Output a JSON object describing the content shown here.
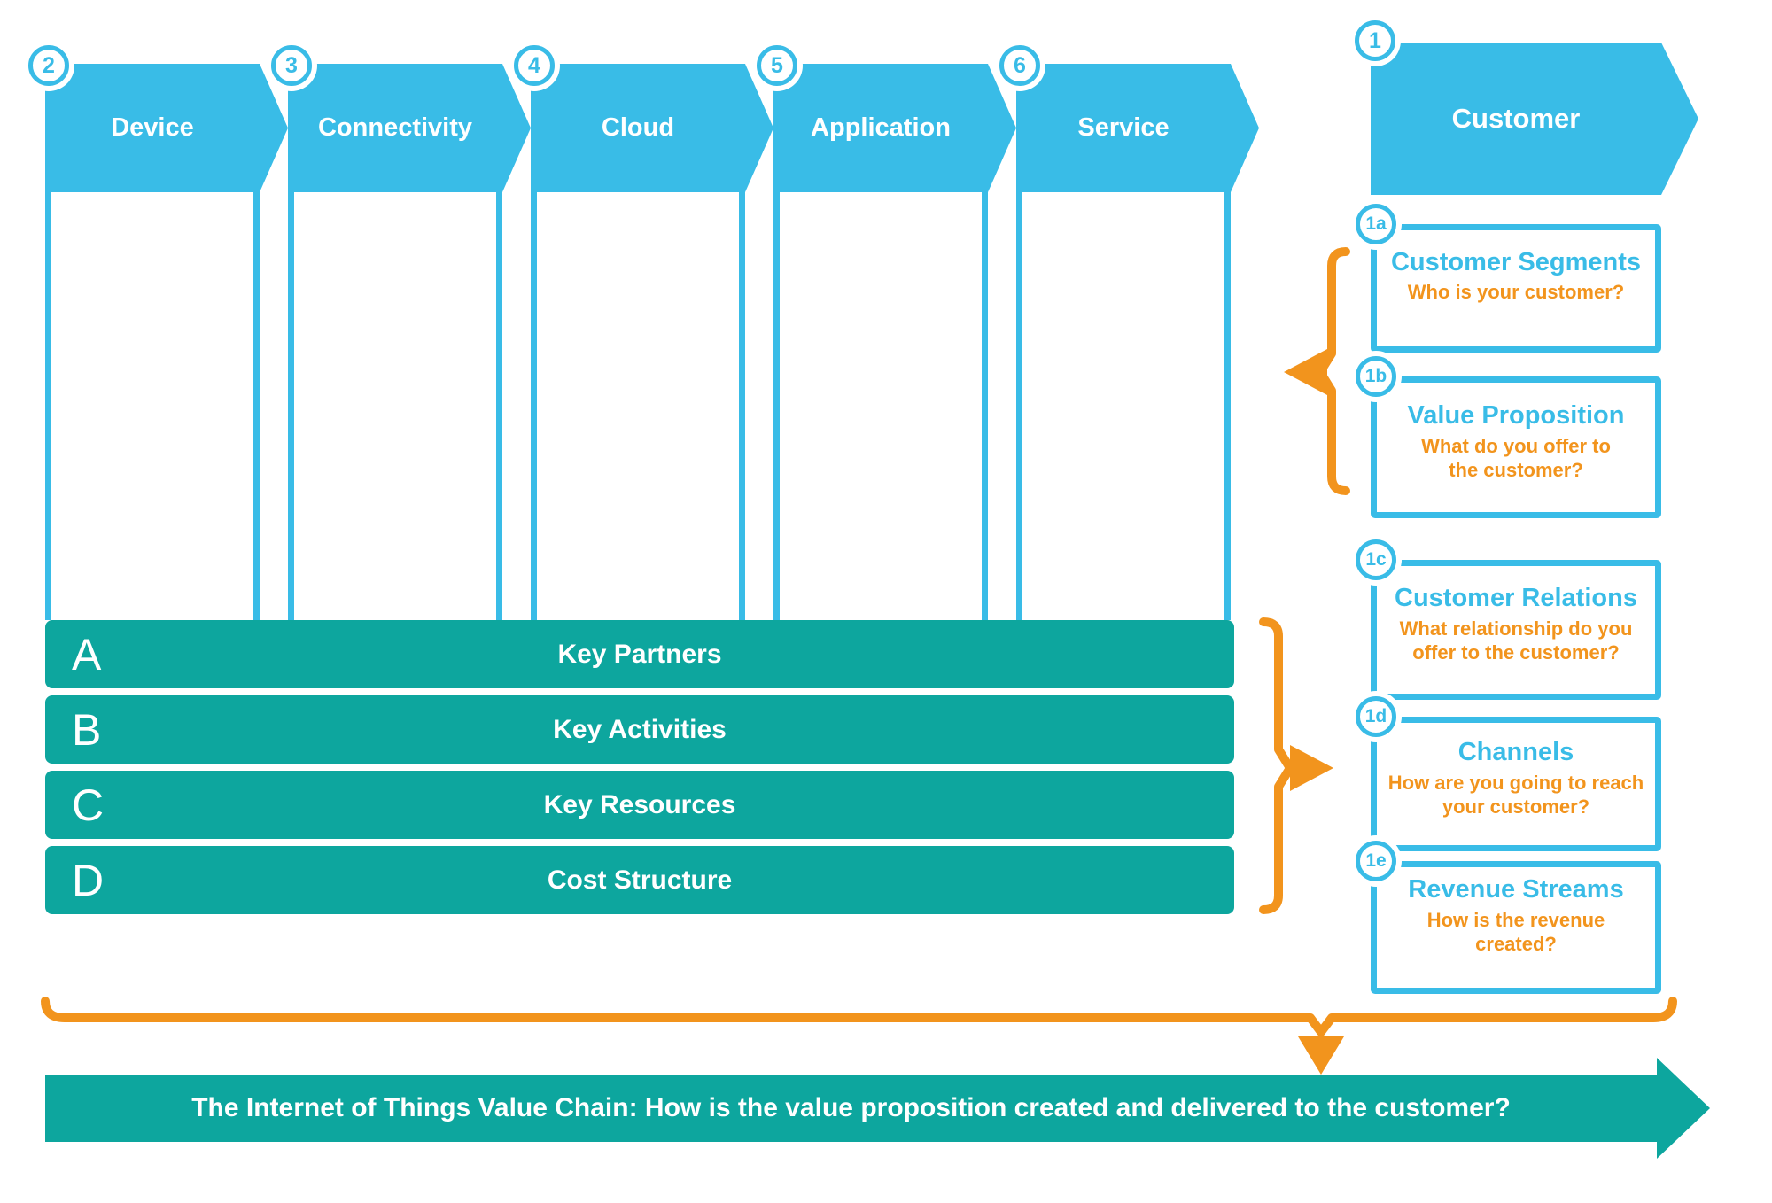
{
  "stages": [
    {
      "number": "2",
      "label": "Device"
    },
    {
      "number": "3",
      "label": "Connectivity"
    },
    {
      "number": "4",
      "label": "Cloud"
    },
    {
      "number": "5",
      "label": "Application"
    },
    {
      "number": "6",
      "label": "Service"
    }
  ],
  "customer": {
    "number": "1",
    "label": "Customer"
  },
  "info_boxes": [
    {
      "id": "1a",
      "title": "Customer Segments",
      "question": "Who is your customer?"
    },
    {
      "id": "1b",
      "title": "Value Proposition",
      "question": "What do you offer to\nthe customer?"
    },
    {
      "id": "1c",
      "title": "Customer Relations",
      "question": "What relationship do you\noffer to the customer?"
    },
    {
      "id": "1d",
      "title": "Channels",
      "question": "How are you going to reach\nyour customer?"
    },
    {
      "id": "1e",
      "title": "Revenue Streams",
      "question": "How is the revenue created?"
    }
  ],
  "key_rows": [
    {
      "letter": "A",
      "label": "Key Partners"
    },
    {
      "letter": "B",
      "label": "Key Activities"
    },
    {
      "letter": "C",
      "label": "Key Resources"
    },
    {
      "letter": "D",
      "label": "Cost Structure"
    }
  ],
  "footer": {
    "label": "The Internet of Things Value Chain: How is the value proposition created and delivered to the customer?"
  },
  "colors": {
    "blue": "#39BCE7",
    "teal": "#0DA69E",
    "orange": "#F2941D"
  }
}
